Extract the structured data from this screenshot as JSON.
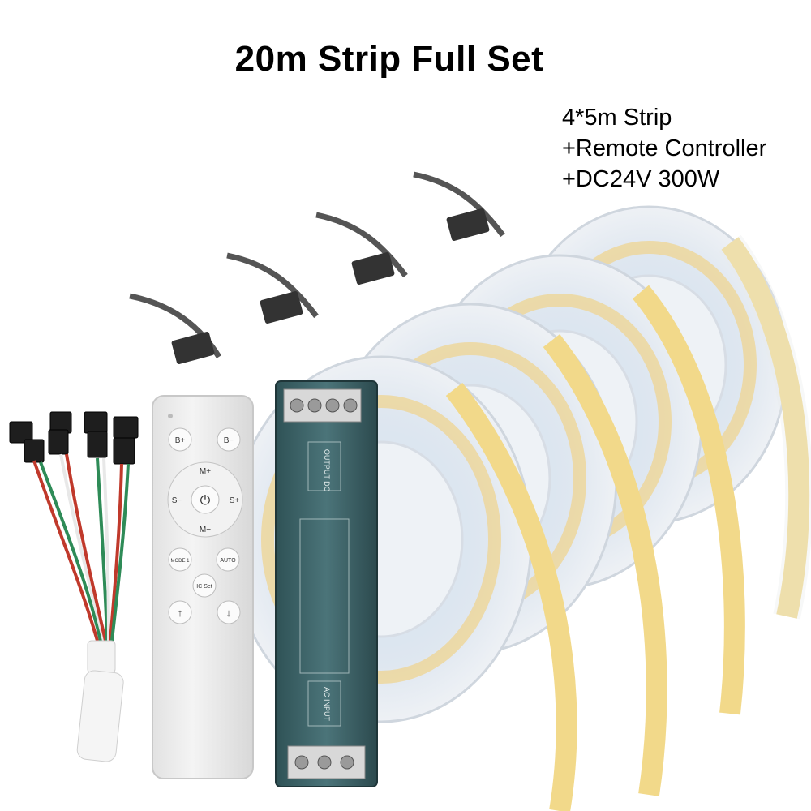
{
  "title": "20m Strip Full Set",
  "specs": {
    "line1": "4*5m Strip",
    "line2": "+Remote Controller",
    "line3": "+DC24V 300W"
  },
  "remote": {
    "buttons": {
      "b_plus": "B+",
      "b_minus": "B−",
      "m_plus": "M+",
      "m_minus": "M−",
      "s_minus": "S−",
      "s_plus": "S+",
      "power": "⏻",
      "mode1": "MODE 1",
      "auto": "AUTO",
      "ic_set": "IC Set",
      "up": "↑",
      "down": "↓"
    }
  },
  "power_supply": {
    "output_label": "OUTPUT DC",
    "input_label": "AC INPUT"
  },
  "colors": {
    "strip_cob": "#f2d98a",
    "reel": "#e4e8ee",
    "cable": "#444444",
    "psu": "#3a5f63",
    "remote": "#eeeeee"
  }
}
